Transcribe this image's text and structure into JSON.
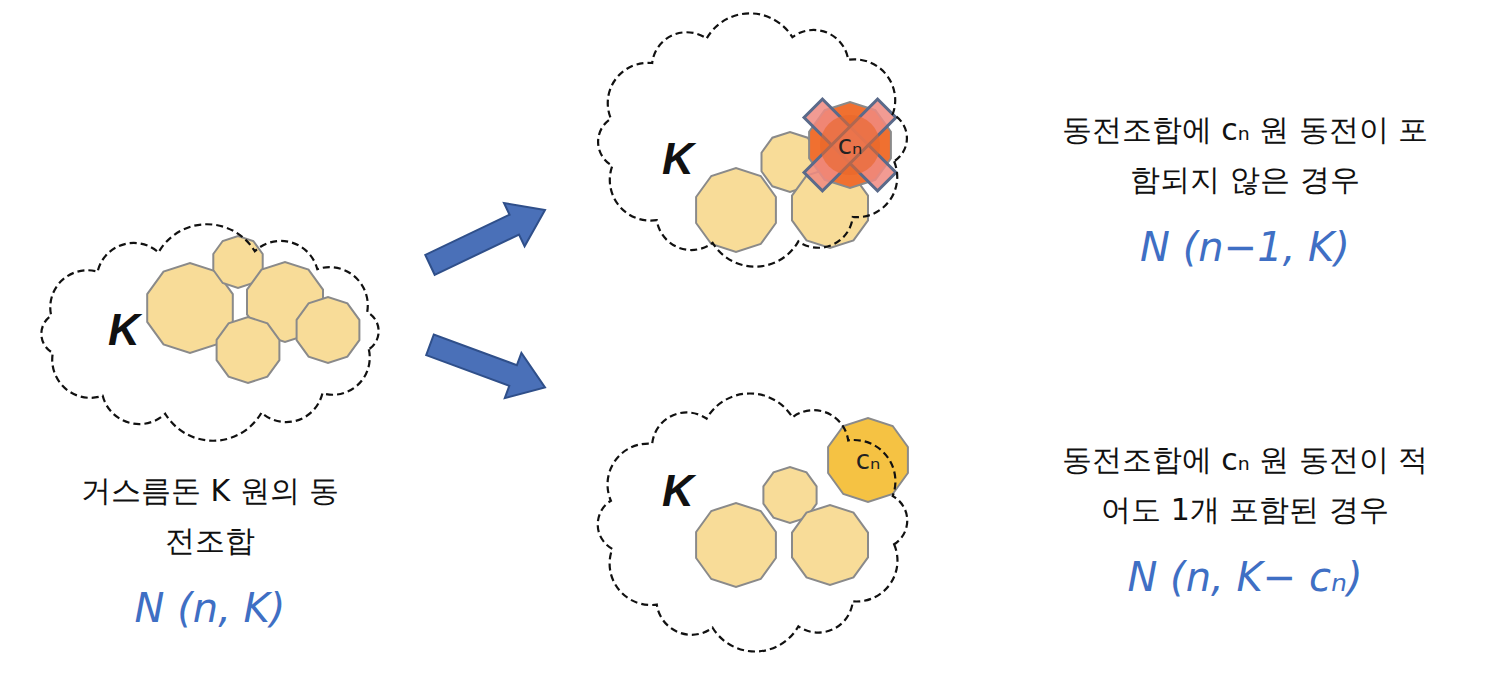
{
  "diagram": {
    "nodes": [
      {
        "text": [
          "K",
          "거스름돈 K 원의 동전조합",
          "N (n, K)"
        ]
      },
      {
        "text": [
          "K",
          "동전조합에 cₙ 원 동전이 포함되지 않은 경우",
          "N (n−1, K)"
        ]
      },
      {
        "text": [
          "K",
          "동전조합에 cₙ 원 동전이 적어도 1개 포함된 경우",
          "N (n, K− cₙ)"
        ]
      }
    ],
    "edges": [
      {
        "from": 0,
        "to": 1,
        "arrow": "to"
      },
      {
        "from": 0,
        "to": 2,
        "arrow": "to"
      }
    ],
    "labels": [
      "cₙ",
      "cₙ"
    ]
  }
}
